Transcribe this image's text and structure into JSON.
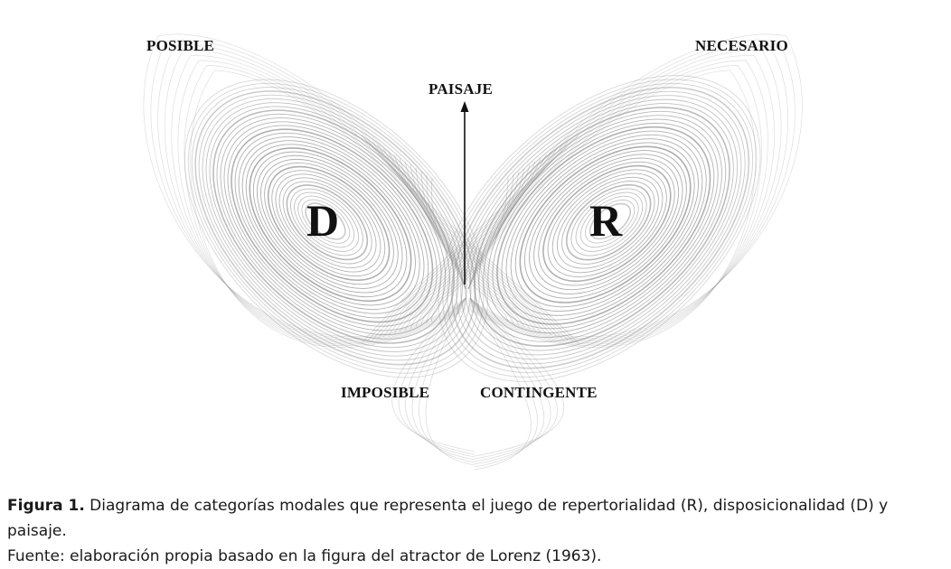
{
  "labels": {
    "top_left": "POSIBLE",
    "top_right": "NECESARIO",
    "arrow": "PAISAJE",
    "bottom_left": "IMPOSIBLE",
    "bottom_right": "CONTINGENTE",
    "left_lobe": "D",
    "right_lobe": "R"
  },
  "caption": {
    "figure_number": "Figura 1.",
    "text": " Diagrama de categorías modales que representa el juego de repertorialidad (R), disposicionalidad (D) y paisaje.",
    "source": "Fuente: elaboración propia basado en la figura del atractor de Lorenz (1963)."
  },
  "colors": {
    "orbit": "#8a8a8a",
    "arrow": "#111111",
    "text": "#111111"
  }
}
